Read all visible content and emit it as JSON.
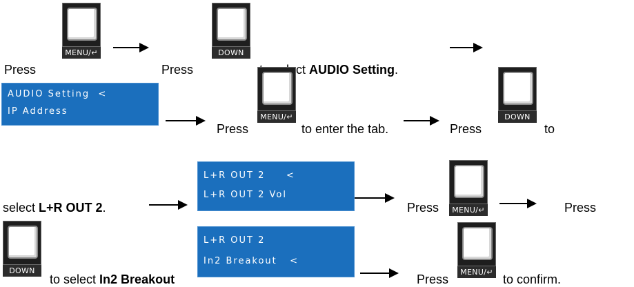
{
  "keys": {
    "menu_label": "MENU/↵",
    "down_label": "DOWN"
  },
  "row1": {
    "press1": "Press",
    "press2": "Press",
    "to_select": "to select ",
    "audio_setting": "AUDIO Setting",
    "period": "."
  },
  "lcd1": {
    "line1": "AUDIO Setting  <",
    "line2": "IP Address"
  },
  "row2": {
    "press1": "Press",
    "enter_tab": "to enter the tab.",
    "press2": "Press",
    "to": "to"
  },
  "row3": {
    "select": "select ",
    "lr_out2": "L+R OUT 2",
    "period": ".",
    "press1": "Press",
    "press2": "Press"
  },
  "lcd2": {
    "line1": "L+R OUT 2     <",
    "line2": "L+R OUT 2 Vol"
  },
  "row4": {
    "to_select": "to select ",
    "in2_breakout": "In2 Breakout",
    "press": "Press",
    "to_confirm": "to confirm."
  },
  "lcd3": {
    "line1": "L+R OUT 2",
    "line2": "In2 Breakout   <"
  },
  "colors": {
    "lcd_bg": "#1b6fbd",
    "lcd_text": "#ffffff",
    "key_body": "#1e1e1e"
  }
}
